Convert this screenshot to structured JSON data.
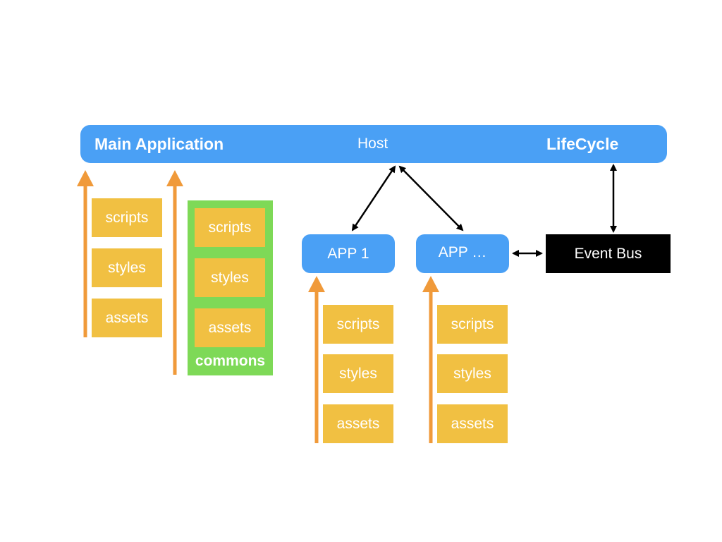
{
  "host_bar": {
    "main_application": "Main Application",
    "host": "Host",
    "lifecycle": "LifeCycle"
  },
  "main_resources": {
    "scripts": "scripts",
    "styles": "styles",
    "assets": "assets"
  },
  "commons": {
    "scripts": "scripts",
    "styles": "styles",
    "assets": "assets",
    "label": "commons"
  },
  "apps": [
    {
      "label": "APP 1",
      "scripts": "scripts",
      "styles": "styles",
      "assets": "assets"
    },
    {
      "label": "APP …",
      "scripts": "scripts",
      "styles": "styles",
      "assets": "assets"
    }
  ],
  "event_bus": {
    "label": "Event Bus"
  },
  "colors": {
    "host_blue": "#4aa0f5",
    "resource_yellow": "#f1c042",
    "commons_green": "#7ed957",
    "load_arrow_orange": "#f09a3a",
    "event_bus_black": "#000000"
  }
}
